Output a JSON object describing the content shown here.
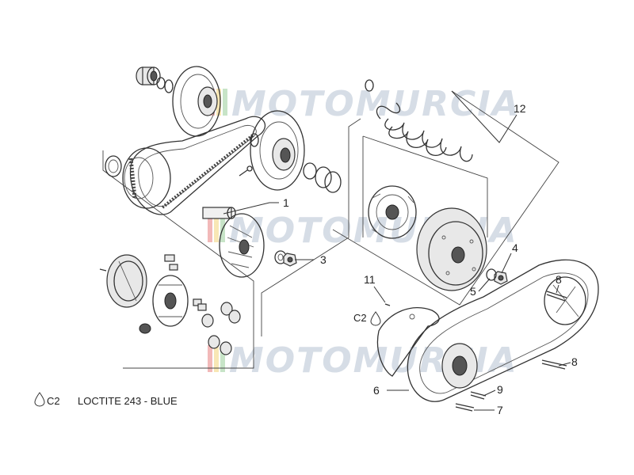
{
  "watermark": {
    "text": "MOTOMURCIA"
  },
  "callouts": {
    "c1": "1",
    "c3": "3",
    "c4": "4",
    "c5": "5",
    "c6": "6",
    "c7": "7",
    "c8a": "8",
    "c8b": "8",
    "c9": "9",
    "c11": "11",
    "c12": "12"
  },
  "marker": {
    "inline_code": "C2"
  },
  "legend": {
    "code": "C2",
    "text": "LOCTITE 243 - BLUE"
  }
}
